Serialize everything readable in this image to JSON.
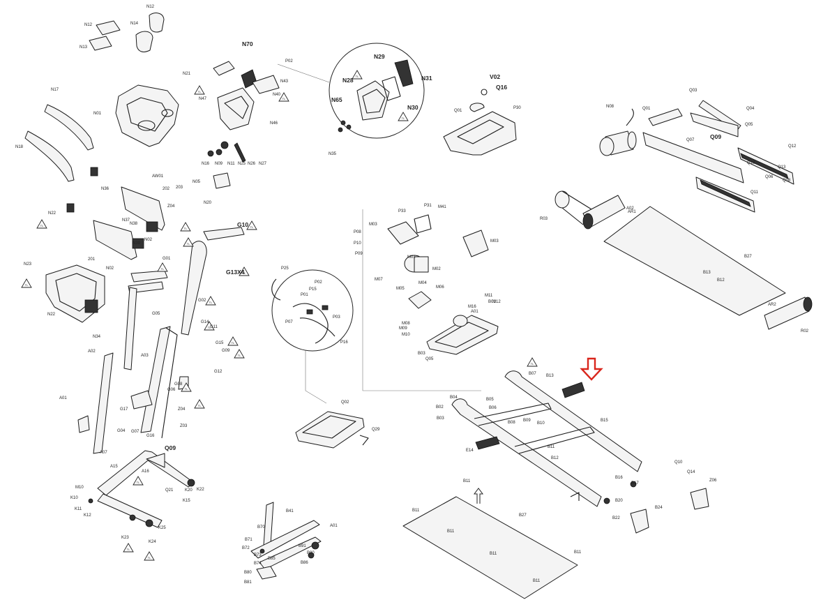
{
  "parts": {
    "console_labels": [
      "N12",
      "N13",
      "N14",
      "N12",
      "N17",
      "N01",
      "N18",
      "N22",
      "N23",
      "N02",
      "N22",
      "N34",
      "N36",
      "N37",
      "N38",
      "N39",
      "N02",
      "201",
      "202",
      "203",
      "AW01",
      "Z04"
    ],
    "console_top": [
      "N70",
      "N21",
      "N47",
      "N40",
      "P02",
      "N43",
      "N46",
      "N16",
      "N09",
      "N11",
      "N25",
      "N26",
      "N27",
      "N05",
      "N20"
    ],
    "detail_circle": [
      "N29",
      "N28",
      "N31",
      "N30",
      "N65",
      "N35"
    ],
    "handrail": [
      "G10",
      "G02",
      "G05",
      "G13X4",
      "G01",
      "G14",
      "G11",
      "G15",
      "G09",
      "G12",
      "G17",
      "G04",
      "G07",
      "G16",
      "Z03",
      "Z04",
      "A02",
      "A03",
      "A01",
      "Q09",
      "G06",
      "G08",
      "A07",
      "A15",
      "A16",
      "Q21",
      "M10",
      "K10",
      "K11",
      "K12",
      "K15",
      "K20",
      "K22",
      "K23",
      "K24",
      "K25"
    ],
    "wire_circle": [
      "P25",
      "P02",
      "P15",
      "P01",
      "P07",
      "P03",
      "P16"
    ],
    "motor": [
      "V02",
      "Q16",
      "Q01",
      "P30",
      "P31",
      "P33",
      "M41",
      "M03",
      "P08",
      "P10",
      "P09",
      "M01",
      "M02",
      "M03",
      "M07",
      "M04",
      "M05",
      "M06",
      "M08",
      "M09",
      "M10",
      "M11",
      "M12",
      "M16",
      "A01",
      "B01",
      "B03",
      "Q05"
    ],
    "tray": [
      "Q02",
      "Q29"
    ],
    "frame": [
      "B07",
      "B13",
      "E14",
      "B04",
      "B02",
      "B03",
      "B05",
      "B06",
      "B08",
      "B09",
      "B10",
      "B11",
      "B12",
      "B15",
      "B16",
      "B17",
      "B20",
      "B22",
      "B24",
      "Q10",
      "Q14",
      "Z06"
    ],
    "base": [
      "B41",
      "A01",
      "B70",
      "B71",
      "B72",
      "B73",
      "B74",
      "B80",
      "B81",
      "B85",
      "B86",
      "B90",
      "B91"
    ],
    "deck": [
      "B11",
      "B27",
      "B11",
      "B11",
      "B11",
      "B11",
      "B11"
    ],
    "belt": [
      "N08",
      "Q01",
      "Q03",
      "Q04",
      "Q05",
      "Q06",
      "Q07",
      "Q09",
      "Q10",
      "Q11",
      "Q12",
      "Q13",
      "Q08",
      "A02",
      "AR1",
      "B27",
      "B13",
      "B12",
      "AR2",
      "R02",
      "R03"
    ]
  }
}
